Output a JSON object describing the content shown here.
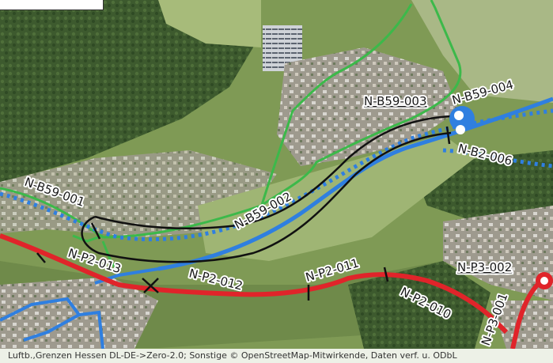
{
  "colors": {
    "green_route": "#3cb94a",
    "blue_route": "#2f7fe0",
    "red_route": "#e0242a",
    "black_route": "#111111",
    "node_blue": "#2f7fe0",
    "node_red": "#e0242a"
  },
  "labels": {
    "n_b59_001": "N-B59-001",
    "n_b59_002": "N-B59-002",
    "n_b59_003": "N-B59-003",
    "n_b59_004": "N-B59-004",
    "n_b2_006": "N-B2-006",
    "n_p2_013": "N-P2-013",
    "n_p2_012": "N-P2-012",
    "n_p2_011": "N-P2-011",
    "n_p2_010": "N-P2-010",
    "n_p3_002": "N-P3-002",
    "n_p3_001": "N-P3-001"
  },
  "attribution": "Luftb.,Grenzen Hessen DL-DE->Zero-2.0; Sonstige © OpenStreetMap-Mitwirkende, Daten verf. u. ODbL"
}
